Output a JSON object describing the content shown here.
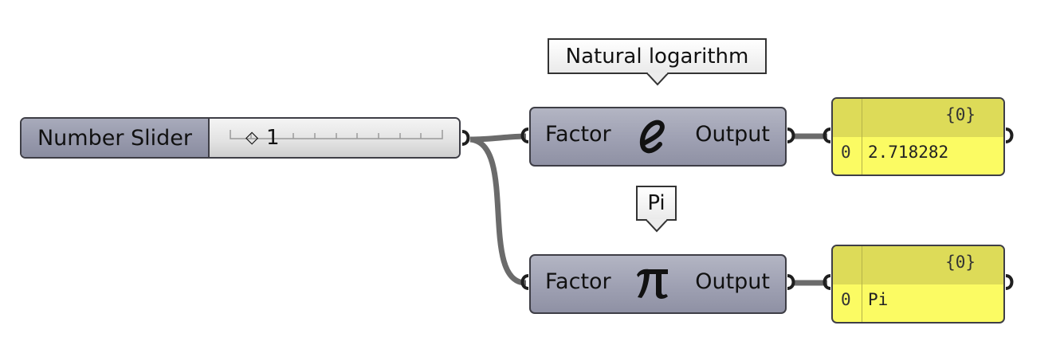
{
  "slider": {
    "name": "Number Slider",
    "value": "1",
    "grip_icon": "diamond-grip"
  },
  "components": [
    {
      "id": "e",
      "input": "Factor",
      "output": "Output",
      "icon": "euler-e-icon",
      "tooltip": "Natural logarithm"
    },
    {
      "id": "pi",
      "input": "Factor",
      "output": "Output",
      "icon": "pi-icon",
      "tooltip": "Pi"
    }
  ],
  "panels": [
    {
      "path": "{0}",
      "index": "0",
      "value": "2.718282"
    },
    {
      "path": "{0}",
      "index": "0",
      "value": "Pi"
    }
  ],
  "colors": {
    "panel": "#fbfb63",
    "panel_header": "#dddb58",
    "wire": "#6b6b6b",
    "component": "#a0a2b4"
  }
}
